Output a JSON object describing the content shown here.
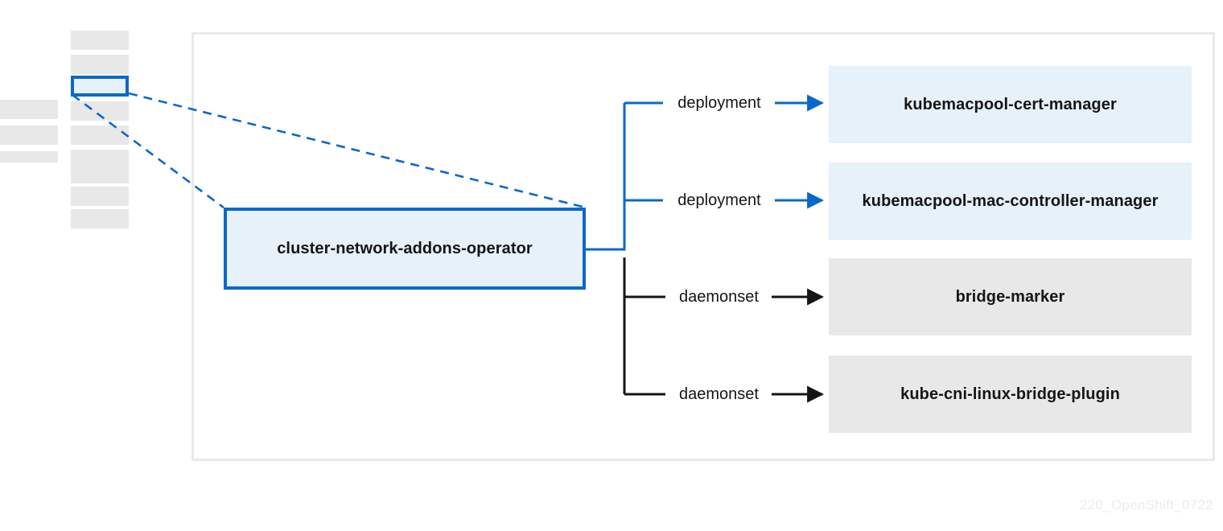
{
  "diagram": {
    "title_watermark": "220_OpenShift_0722",
    "colors": {
      "accent_blue": "#0a68cb",
      "node_blue_fill": "#e7f1fa",
      "node_gray_fill": "#e8e8e8",
      "frame_gray": "#e9e9e9",
      "text": "#151515",
      "watermark": "#ececec"
    },
    "source_node": {
      "label": "cluster-network-addons-operator",
      "fill": "#e7f1fa",
      "border": "#0a68cb"
    },
    "edges": [
      {
        "label": "deployment",
        "color": "#0a68cb",
        "target": "kubemacpool-cert-manager"
      },
      {
        "label": "deployment",
        "color": "#0a68cb",
        "target": "kubemacpool-mac-controller-manager"
      },
      {
        "label": "daemonset",
        "color": "#151515",
        "target": "bridge-marker"
      },
      {
        "label": "daemonset",
        "color": "#151515",
        "target": "kube-cni-linux-bridge-plugin"
      }
    ],
    "targets": [
      {
        "label": "kubemacpool-cert-manager",
        "kind": "deployment",
        "fill": "#e7f1fa"
      },
      {
        "label": "kubemacpool-mac-controller-manager",
        "kind": "deployment",
        "fill": "#e7f1fa"
      },
      {
        "label": "bridge-marker",
        "kind": "daemonset",
        "fill": "#e8e8e8"
      },
      {
        "label": "kube-cni-linux-bridge-plugin",
        "kind": "daemonset",
        "fill": "#e8e8e8"
      }
    ],
    "sidebar_mock": {
      "selected_index": 2,
      "item_count": 8,
      "secondary_item_count": 3
    }
  }
}
